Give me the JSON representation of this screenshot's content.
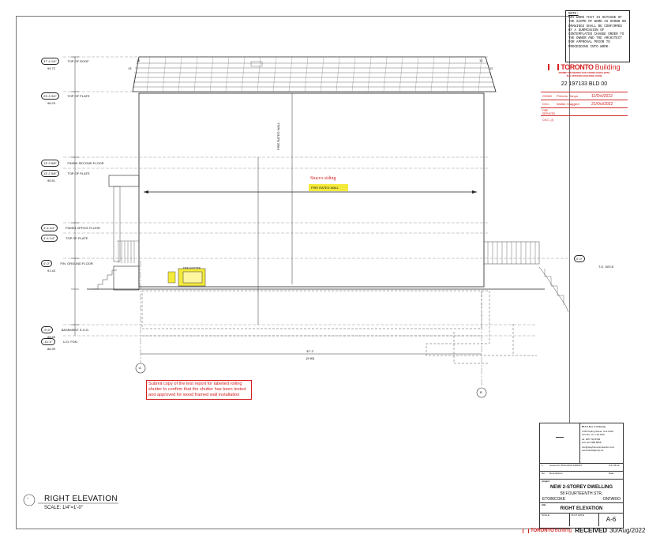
{
  "note": {
    "label": "NOTE:",
    "text": "ANY WORK THAT IS OUTSIDE OF THE SCOPE OF WORK AS SHOWN ON DRAWINGS SHALL BE CONFIRMED BY A SUBMISSION OF CONTEMPLATED CHANGE ORDER TO THE OWNER AND THE ARCHITECT FOR APPROVAL PRIOR TO PROCEEDING INTO WORK."
  },
  "stamp": {
    "brand": "TORONTO",
    "brand_suffix": "Building",
    "line1": "PERMIT REVIEWED FOR COMPLIANCE WITH",
    "line2": "THE ONTARIO BUILDING CODE",
    "permit_no": "22 197133 BLD 00",
    "rows": [
      {
        "label": "ZONING",
        "name": "Pretorio, Tanya",
        "date": "11/Oct/2022"
      },
      {
        "label": "O.B.C.",
        "name": "Walter, Maggied",
        "date": "21/Oct/2022"
      },
      {
        "label": "FIRE SERVICES",
        "name": "",
        "date": ""
      },
      {
        "label": "O.B.C. (2)",
        "name": "",
        "date": ""
      }
    ]
  },
  "levels": [
    {
      "value": "37'-4 1/4\"",
      "elev": "99.72",
      "label": "TOP OF ROOF"
    },
    {
      "value": "23'-3 3/4\"",
      "elev": "98.23",
      "label": "TOP OF PLATE"
    },
    {
      "value": "13'-3 5/8\"",
      "elev": "",
      "label": "FINISH SECOND FLOOR"
    },
    {
      "value": "13'-2 5/8\"",
      "elev": "95.51",
      "label": "TOP OF PLATE"
    },
    {
      "value": "4'-4 1/4\"",
      "elev": "",
      "label": "FINISH OFFICE FLOOR"
    },
    {
      "value": "4'-4 1/4\"",
      "elev": "",
      "label": "TOP OF PLATE"
    },
    {
      "value": "0'-0\"",
      "elev": "91.43",
      "label": "FIN. GROUND FLOOR"
    },
    {
      "value": "-9'-0\"",
      "elev": "88.69",
      "label": "BASEMENT S.O.G."
    },
    {
      "value": "-10'-0\"",
      "elev": "88.39",
      "label": "U.O. FDN."
    }
  ],
  "roof_pitch": {
    "left_run": "12",
    "left_rise": "13",
    "right_run": "12",
    "right_rise": "12"
  },
  "annotations": {
    "fire_rated_wall_vertical": "FIRE   RATED WALL",
    "stucco_label": "Stucco siding",
    "fire_rated_wall": "FIRE   RATED WALL",
    "fire_shutter": "FIRE SHUTTER",
    "deck_level": "0'-0\"",
    "deck_label": "T.O. DECK",
    "overall_dim": "32'-1\"",
    "overall_dim_metric": "[9.80]"
  },
  "grid": {
    "left": "A",
    "right": "B"
  },
  "review_comment": "Submit copy of the test report for labelled rolling shutter to confirm that the shutter has been tested and approved for wood framed wall installation",
  "title_block": {
    "firm": "W A Y  B u i l d  Group",
    "firm_address": "1783 Kipling Street, Unit 2100, Toronto, On. L6J 9H0",
    "firm_phone": "tel: 905 790 8459",
    "firm_fax": "cell: 647 988 8058",
    "firm_email": "info@wayhomeproduction.com",
    "firm_web": "www.wbuildgroup.ca",
    "rev_no": "1",
    "rev_desc": "Issued For BUILDING PERMIT",
    "rev_date": "JUL 08 22",
    "rev_col1": "No.",
    "rev_col2": "Descriptions",
    "rev_col3": "Date",
    "project_label": "project",
    "project_title": "NEW 2-STOREY   DWELLING",
    "project_address": "58 FOURTEENTH STR.",
    "city": "ETOBICOKE",
    "province": "ONTARIO",
    "title_label": "title",
    "sheet_title": "RIGHT ELEVATION",
    "scale_label": "SCALE",
    "drawn_label": "PLOT DATE",
    "sheet_no": "A-6"
  },
  "drawing_title": {
    "title": "RIGHT  ELEVATION",
    "scale": "SCALE: 1/4\"=1'-0\"",
    "symbol": "-"
  },
  "received": {
    "brand": "TORONTO",
    "brand_suffix": "Building",
    "text": "RECEIVED",
    "date": "30/Aug/2022"
  }
}
